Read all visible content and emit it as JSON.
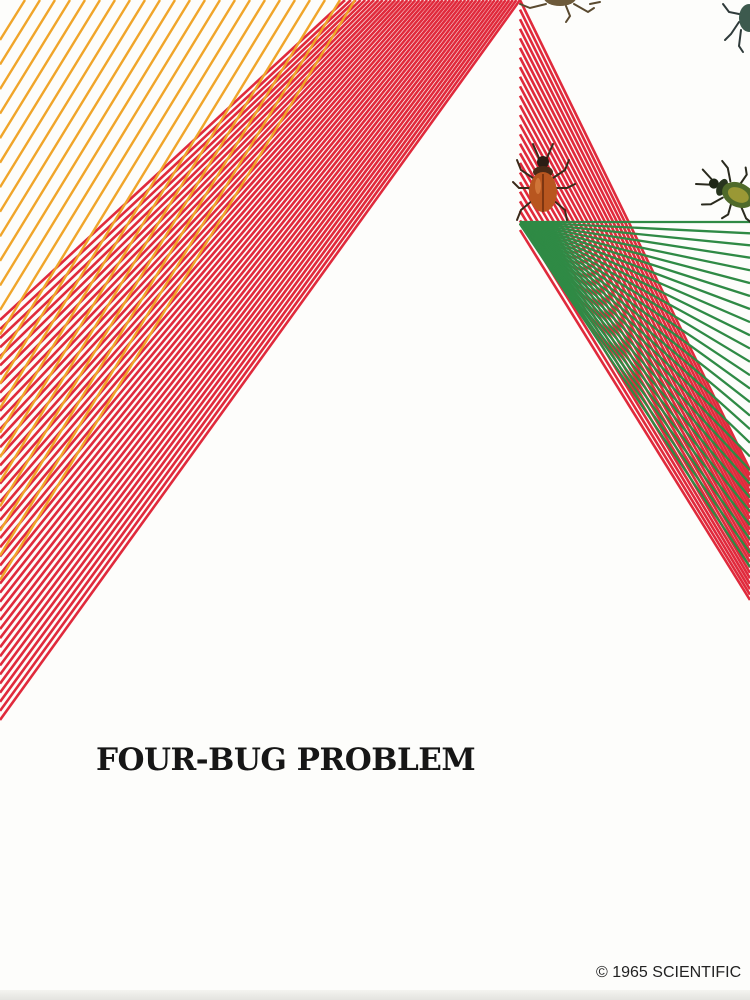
{
  "cover": {
    "title": "FOUR-BUG PROBLEM",
    "copyright": "© 1965 SCIENTIFIC"
  },
  "colors": {
    "background": "#fdfdfb",
    "red_lines": "#e02a3c",
    "orange_lines": "#f0a52a",
    "green_lines": "#2f8a45",
    "title_text": "#161616"
  },
  "illustration": {
    "subject": "pursuit curves of four bugs drawn as string-art lines",
    "bugs": [
      "red-beetle",
      "green-beetle",
      "bug-top-middle",
      "bug-top-right"
    ]
  }
}
